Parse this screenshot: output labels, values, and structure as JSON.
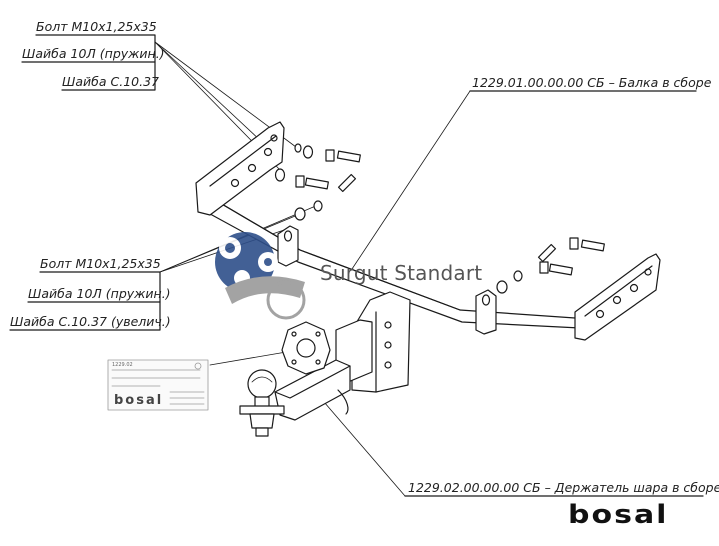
{
  "labels": {
    "top_bolt": "Болт М10х1,25х35",
    "top_washer_spring": "Шайба 10Л (пружин.)",
    "top_washer": "Шайба С.10.37",
    "mid_bolt": "Болт М10х1,25х35",
    "mid_washer_spring": "Шайба 10Л (пружин.)",
    "mid_washer": "Шайба С.10.37 (увелич.)",
    "beam_assembly": "1229.01.00.00.00 СБ – Балка в сборе",
    "ball_holder_assembly": "1229.02.00.00.00 СБ – Держатель шара в сборе"
  },
  "watermark": {
    "text": "Surgut Standart"
  },
  "plate": {
    "code": "1229.02",
    "brand": "bosal"
  },
  "brand_logo": {
    "text": "bosal"
  },
  "colors": {
    "line": "#1a1a1a",
    "watermark_blue": "#2e4f8a",
    "watermark_gray": "#9a9a9a"
  }
}
